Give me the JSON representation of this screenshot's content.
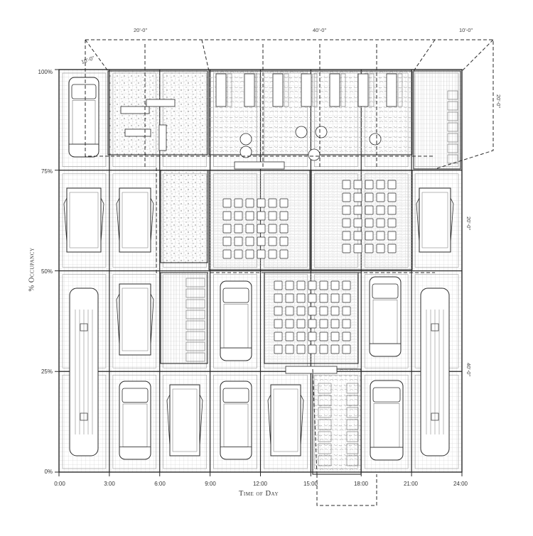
{
  "axes": {
    "x_title": "Time of Day",
    "y_title": "% Occupancy",
    "x_ticks": [
      "0:00",
      "3:00",
      "6:00",
      "9:00",
      "12:00",
      "15:00",
      "18:00",
      "21:00",
      "24:00"
    ],
    "y_ticks": [
      "100%",
      "75%",
      "50%",
      "25%",
      "0%"
    ]
  },
  "dimensions": {
    "top_left": "20'-0\"",
    "top_mid": "40'-0\"",
    "top_right": "10'-0\"",
    "left_diag": "10'-0\"",
    "right_upper": "20'-0\"",
    "right_mid": "20'-0\"",
    "right_lower": "40'-0\""
  },
  "colors": {
    "line": "#2a2a2a",
    "grid": "#bdbdbd",
    "stipple": "#7a7a7a"
  }
}
